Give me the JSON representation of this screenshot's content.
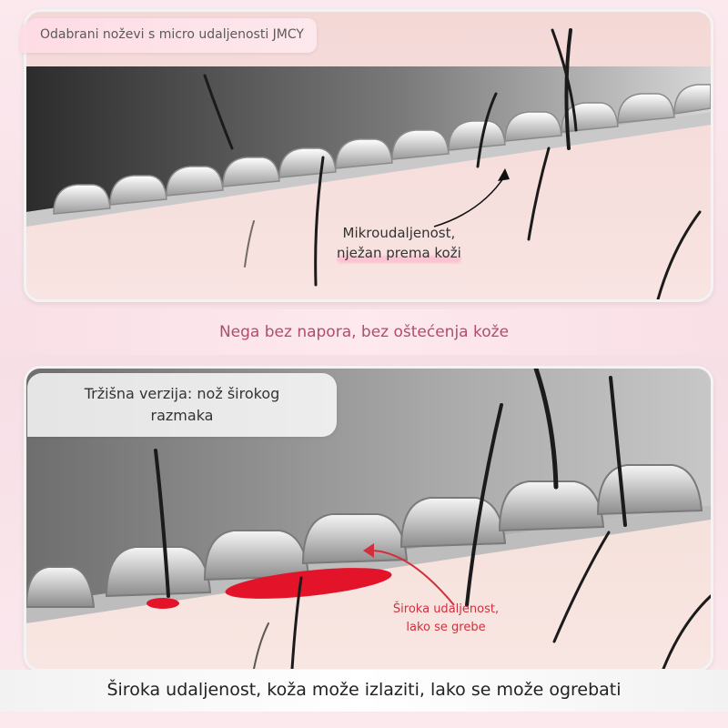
{
  "top_panel": {
    "caption": "Odabrani noževi s micro udaljenosti JMCY",
    "note_line1": "Mikroudaljenost,",
    "note_line2": "nježan prema koži"
  },
  "middle_banner": "Nega bez napora, bez oštećenja kože",
  "bottom_panel": {
    "caption_line1": "Tržišna verzija: nož širokog",
    "caption_line2": "razmaka",
    "note_line1": "Široka udaljenost,",
    "note_line2": "lako se grebe"
  },
  "bottom_banner": "Široka udaljenost, koža može izlaziti, lako se može ogrebati",
  "colors": {
    "accent_pink": "#b24d6a",
    "warning_red": "#d12f3c",
    "blood_red": "#e3132a",
    "skin": "#f6dcd8"
  }
}
